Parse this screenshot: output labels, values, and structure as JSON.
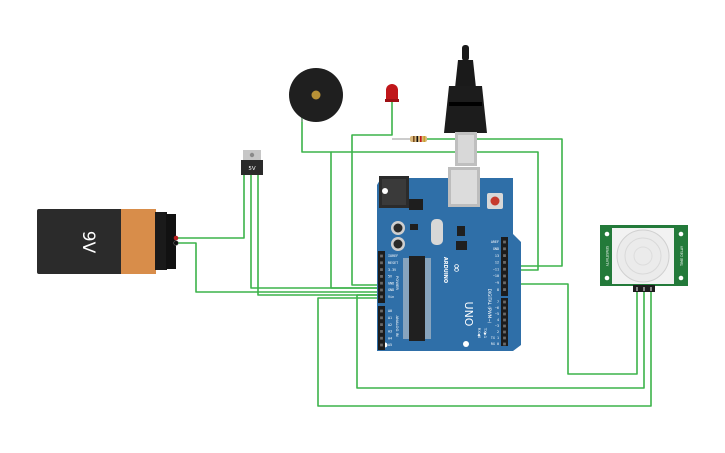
{
  "colors": {
    "wire": "#3cb34a",
    "board": "#2f6fa8",
    "board_dark": "#22557f",
    "battery_body": "#2b2b2b",
    "battery_wrap": "#d88d4a",
    "pir_board": "#237a3a",
    "led": "#c0161a",
    "buzzer": "#1f1f1f"
  },
  "battery": {
    "label": "9V"
  },
  "regulator": {
    "label": "5V"
  },
  "arduino": {
    "logo": "∞",
    "brand": "ARDUINO",
    "model": "UNO",
    "digital_label": "DIGITAL (PWM~)",
    "power_label": "POWER",
    "analog_label": "ANALOG IN",
    "tx_label": "TX▶1",
    "rx_label": "RX◀0",
    "power_pins": [
      "IOREF",
      "RESET",
      "3.3V",
      "5V",
      "GND",
      "GND",
      "Vin"
    ],
    "analog_pins": [
      "A0",
      "A1",
      "A2",
      "A3",
      "A4",
      "A5"
    ],
    "digital_top": [
      "AREF",
      "GND",
      "13",
      "12",
      "~11",
      "~10",
      "~9",
      "8"
    ],
    "digital_bottom": [
      "7",
      "~6",
      "~5",
      "4",
      "~3",
      "2",
      "TX 1",
      "RX 0"
    ]
  },
  "pir": {
    "left_label": "SENSITIVITY",
    "right_label": "TIME DELAY"
  },
  "icons": [
    "usb-plug-icon",
    "buzzer-icon",
    "led-icon",
    "resistor-icon",
    "reset-button-icon"
  ]
}
